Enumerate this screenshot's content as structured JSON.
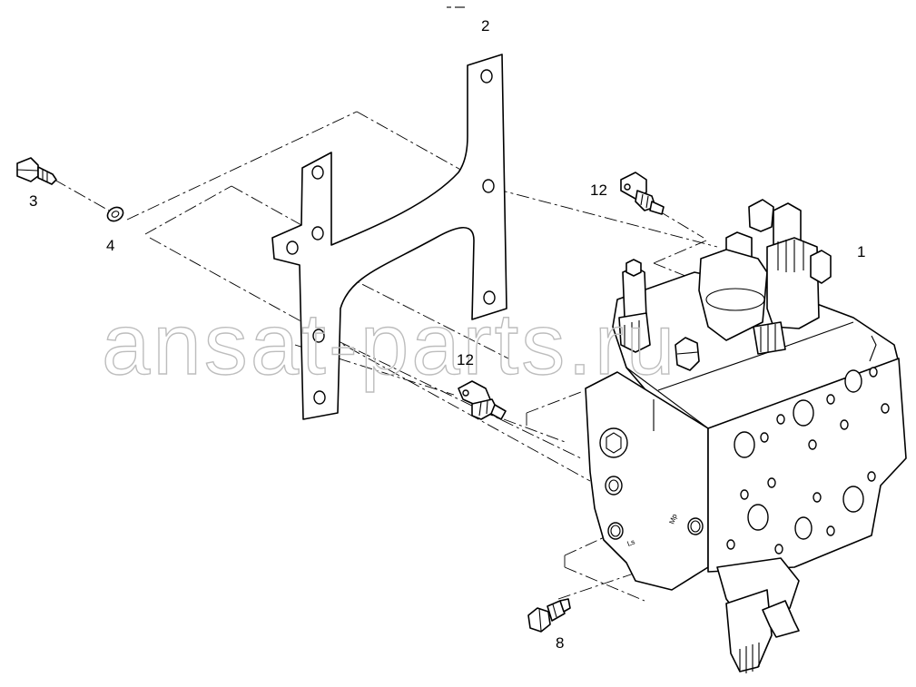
{
  "callouts": {
    "part_1": "1",
    "part_2": "2",
    "part_3": "3",
    "part_4": "4",
    "part_8": "8",
    "part_12_top": "12",
    "part_12_mid": "12"
  },
  "port_labels": {
    "ls": "Ls",
    "mp": "Mp"
  },
  "watermark": "ansat-parts.ru",
  "colors": {
    "line": "#000000",
    "watermark": "#bdbdbd",
    "background": "#ffffff"
  }
}
